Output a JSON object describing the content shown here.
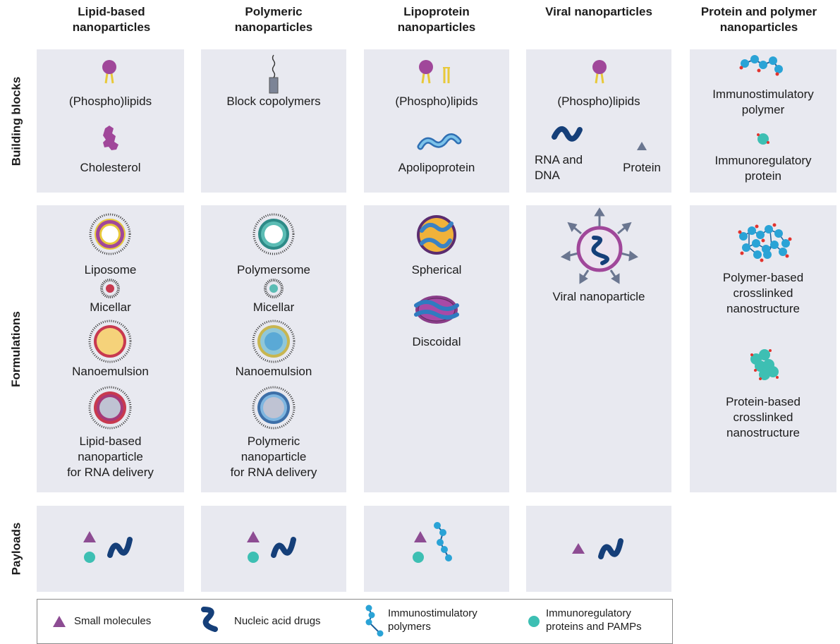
{
  "columns": [
    {
      "title_line1": "Lipid-based",
      "title_line2": "nanoparticles"
    },
    {
      "title_line1": "Polymeric",
      "title_line2": "nanoparticles"
    },
    {
      "title_line1": "Lipoprotein",
      "title_line2": "nanoparticles"
    },
    {
      "title_line1": "Viral nanoparticles",
      "title_line2": ""
    },
    {
      "title_line1": "Protein and polymer",
      "title_line2": "nanoparticles"
    }
  ],
  "rows": {
    "building_blocks": "Building blocks",
    "formulations": "Formulations",
    "payloads": "Payloads"
  },
  "building_blocks": {
    "lipid": {
      "item1": "(Phospho)lipids",
      "item2": "Cholesterol"
    },
    "polymeric": {
      "item1": "Block copolymers"
    },
    "lipoprotein": {
      "item1": "(Phospho)lipids",
      "item2": "Apolipoprotein"
    },
    "viral": {
      "item1": "(Phospho)lipids",
      "item2_line1": "RNA and",
      "item2_line2": "DNA",
      "item3": "Protein"
    },
    "protein_polymer": {
      "item1_line1": "Immunostimulatory",
      "item1_line2": "polymer",
      "item2_line1": "Immunoregulatory",
      "item2_line2": "protein"
    }
  },
  "formulations": {
    "lipid": {
      "f1": "Liposome",
      "f2": "Micellar",
      "f3": "Nanoemulsion",
      "f4_line1": "Lipid-based",
      "f4_line2": "nanoparticle",
      "f4_line3": "for RNA delivery"
    },
    "polymeric": {
      "f1": "Polymersome",
      "f2": "Micellar",
      "f3": "Nanoemulsion",
      "f4_line1": "Polymeric",
      "f4_line2": "nanoparticle",
      "f4_line3": "for RNA delivery"
    },
    "lipoprotein": {
      "f1": "Spherical",
      "f2": "Discoidal"
    },
    "viral": {
      "f1": "Viral nanoparticle"
    },
    "protein_polymer": {
      "f1_line1": "Polymer-based",
      "f1_line2": "crosslinked",
      "f1_line3": "nanostructure",
      "f2_line1": "Protein-based",
      "f2_line2": "crosslinked",
      "f2_line3": "nanostructure"
    }
  },
  "legend": {
    "small_molecules": "Small molecules",
    "nucleic_acid": "Nucleic acid drugs",
    "immunostim_line1": "Immunostimulatory",
    "immunostim_line2": "polymers",
    "immunoreg_line1": "Immunoregulatory",
    "immunoreg_line2": "proteins and PAMPs"
  },
  "colors": {
    "panel": "#e8e9f0",
    "lipid_head": "#a0479a",
    "lipid_tail": "#e8c93a",
    "nucleic_acid": "#153f79",
    "small_molecule": "#8d4c93",
    "protein_teal": "#3dbfb3",
    "polymer_blue": "#2aa3d6",
    "crosslink_red": "#e2342e"
  }
}
